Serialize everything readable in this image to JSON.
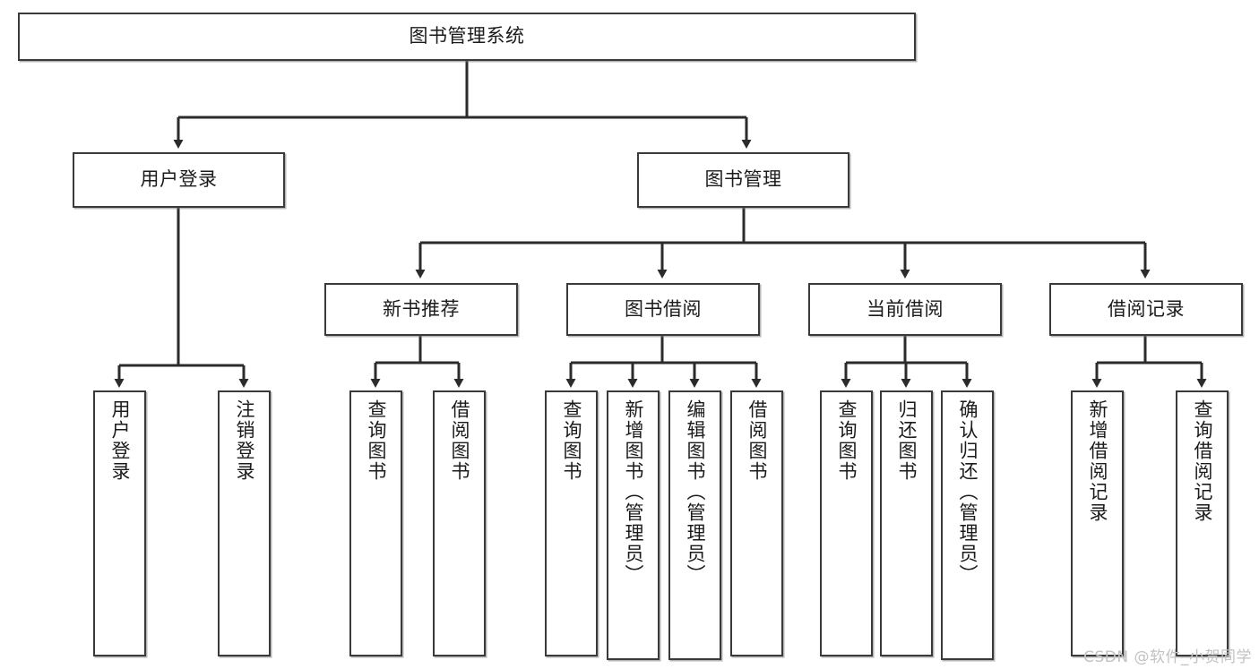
{
  "diagram": {
    "type": "tree-flowchart",
    "title": "图书管理系统",
    "watermark": "CSDN @软件_小贺同学",
    "colors": {
      "box_border": "#3a3a3a",
      "box_fill": "#ffffff",
      "edge": "#2b2b2b",
      "text": "#1b1b1b",
      "watermark": "#c2c2c2"
    },
    "nodes": {
      "root": {
        "label": "图书管理系统",
        "level": 0,
        "orientation": "horizontal"
      },
      "l1_0": {
        "label": "用户登录",
        "level": 1,
        "orientation": "horizontal"
      },
      "l1_1": {
        "label": "图书管理",
        "level": 1,
        "orientation": "horizontal"
      },
      "l2_0": {
        "label": "新书推荐",
        "level": 2,
        "orientation": "horizontal"
      },
      "l2_1": {
        "label": "图书借阅",
        "level": 2,
        "orientation": "horizontal"
      },
      "l2_2": {
        "label": "当前借阅",
        "level": 2,
        "orientation": "horizontal"
      },
      "l2_3": {
        "label": "借阅记录",
        "level": 2,
        "orientation": "horizontal"
      },
      "leaf_0": {
        "label": "用户登录",
        "level": 3,
        "orientation": "vertical",
        "parent": "用户登录"
      },
      "leaf_1": {
        "label": "注销登录",
        "level": 3,
        "orientation": "vertical",
        "parent": "用户登录"
      },
      "leaf_2": {
        "label": "查询图书",
        "level": 3,
        "orientation": "vertical",
        "parent": "新书推荐"
      },
      "leaf_3": {
        "label": "借阅图书",
        "level": 3,
        "orientation": "vertical",
        "parent": "新书推荐"
      },
      "leaf_4": {
        "label": "查询图书",
        "level": 3,
        "orientation": "vertical",
        "parent": "图书借阅"
      },
      "leaf_5": {
        "label": "新增图书（管理员）",
        "level": 3,
        "orientation": "vertical",
        "parent": "图书借阅"
      },
      "leaf_6": {
        "label": "编辑图书（管理员）",
        "level": 3,
        "orientation": "vertical",
        "parent": "图书借阅"
      },
      "leaf_7": {
        "label": "借阅图书",
        "level": 3,
        "orientation": "vertical",
        "parent": "图书借阅"
      },
      "leaf_8": {
        "label": "查询图书",
        "level": 3,
        "orientation": "vertical",
        "parent": "当前借阅"
      },
      "leaf_9": {
        "label": "归还图书",
        "level": 3,
        "orientation": "vertical",
        "parent": "当前借阅"
      },
      "leaf_10": {
        "label": "确认归还（管理员）",
        "level": 3,
        "orientation": "vertical",
        "parent": "当前借阅"
      },
      "leaf_11": {
        "label": "新增借阅记录",
        "level": 3,
        "orientation": "vertical",
        "parent": "借阅记录"
      },
      "leaf_12": {
        "label": "查询借阅记录",
        "level": 3,
        "orientation": "vertical",
        "parent": "借阅记录"
      }
    },
    "edges": [
      {
        "from": "图书管理系统",
        "to": "用户登录"
      },
      {
        "from": "图书管理系统",
        "to": "图书管理"
      },
      {
        "from": "图书管理",
        "to": "新书推荐"
      },
      {
        "from": "图书管理",
        "to": "图书借阅"
      },
      {
        "from": "图书管理",
        "to": "当前借阅"
      },
      {
        "from": "图书管理",
        "to": "借阅记录"
      },
      {
        "from": "用户登录",
        "to": "用户登录"
      },
      {
        "from": "用户登录",
        "to": "注销登录"
      },
      {
        "from": "新书推荐",
        "to": "查询图书"
      },
      {
        "from": "新书推荐",
        "to": "借阅图书"
      },
      {
        "from": "图书借阅",
        "to": "查询图书"
      },
      {
        "from": "图书借阅",
        "to": "新增图书（管理员）"
      },
      {
        "from": "图书借阅",
        "to": "编辑图书（管理员）"
      },
      {
        "from": "图书借阅",
        "to": "借阅图书"
      },
      {
        "from": "当前借阅",
        "to": "查询图书"
      },
      {
        "from": "当前借阅",
        "to": "归还图书"
      },
      {
        "from": "当前借阅",
        "to": "确认归还（管理员）"
      },
      {
        "from": "借阅记录",
        "to": "新增借阅记录"
      },
      {
        "from": "借阅记录",
        "to": "查询借阅记录"
      }
    ]
  }
}
